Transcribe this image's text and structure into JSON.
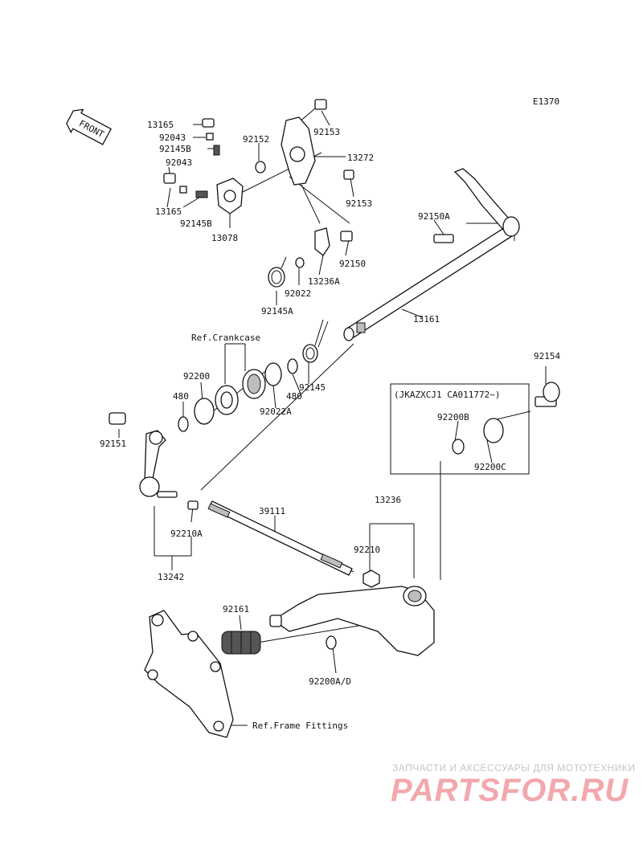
{
  "diagram_code": "E1370",
  "front_label": "FRONT",
  "parts": {
    "p13165_top": "13165",
    "p92043_top": "92043",
    "p92145B_top": "92145B",
    "p92043_mid": "92043",
    "p13165_low": "13165",
    "p92145B_low": "92145B",
    "p13078": "13078",
    "p92152": "92152",
    "p92153_top": "92153",
    "p13272": "13272",
    "p92153_mid": "92153",
    "p92150A": "92150A",
    "p92150": "92150",
    "p13236A": "13236A",
    "p92022": "92022",
    "p92145A": "92145A",
    "p13161": "13161",
    "p92145": "92145",
    "p480_right": "480",
    "p92022A": "92022A",
    "p92200": "92200",
    "p480_left": "480",
    "p92151": "92151",
    "p92154": "92154",
    "p92200B": "92200B",
    "p92200C": "92200C",
    "p39111": "39111",
    "p13236": "13236",
    "p92210A": "92210A",
    "p92210": "92210",
    "p13242": "13242",
    "p92161": "92161",
    "p92200AD": "92200A/D"
  },
  "references": {
    "crankcase": "Ref.Crankcase",
    "frame_fittings": "Ref.Frame Fittings"
  },
  "serial_note": "(JKAZXCJ1 CA011772~)",
  "watermark": {
    "title": "ЗАПЧАСТИ И АКСЕССУАРЫ ДЛЯ МОТОТЕХНИКИ",
    "logo": "PARTSFOR.RU"
  }
}
